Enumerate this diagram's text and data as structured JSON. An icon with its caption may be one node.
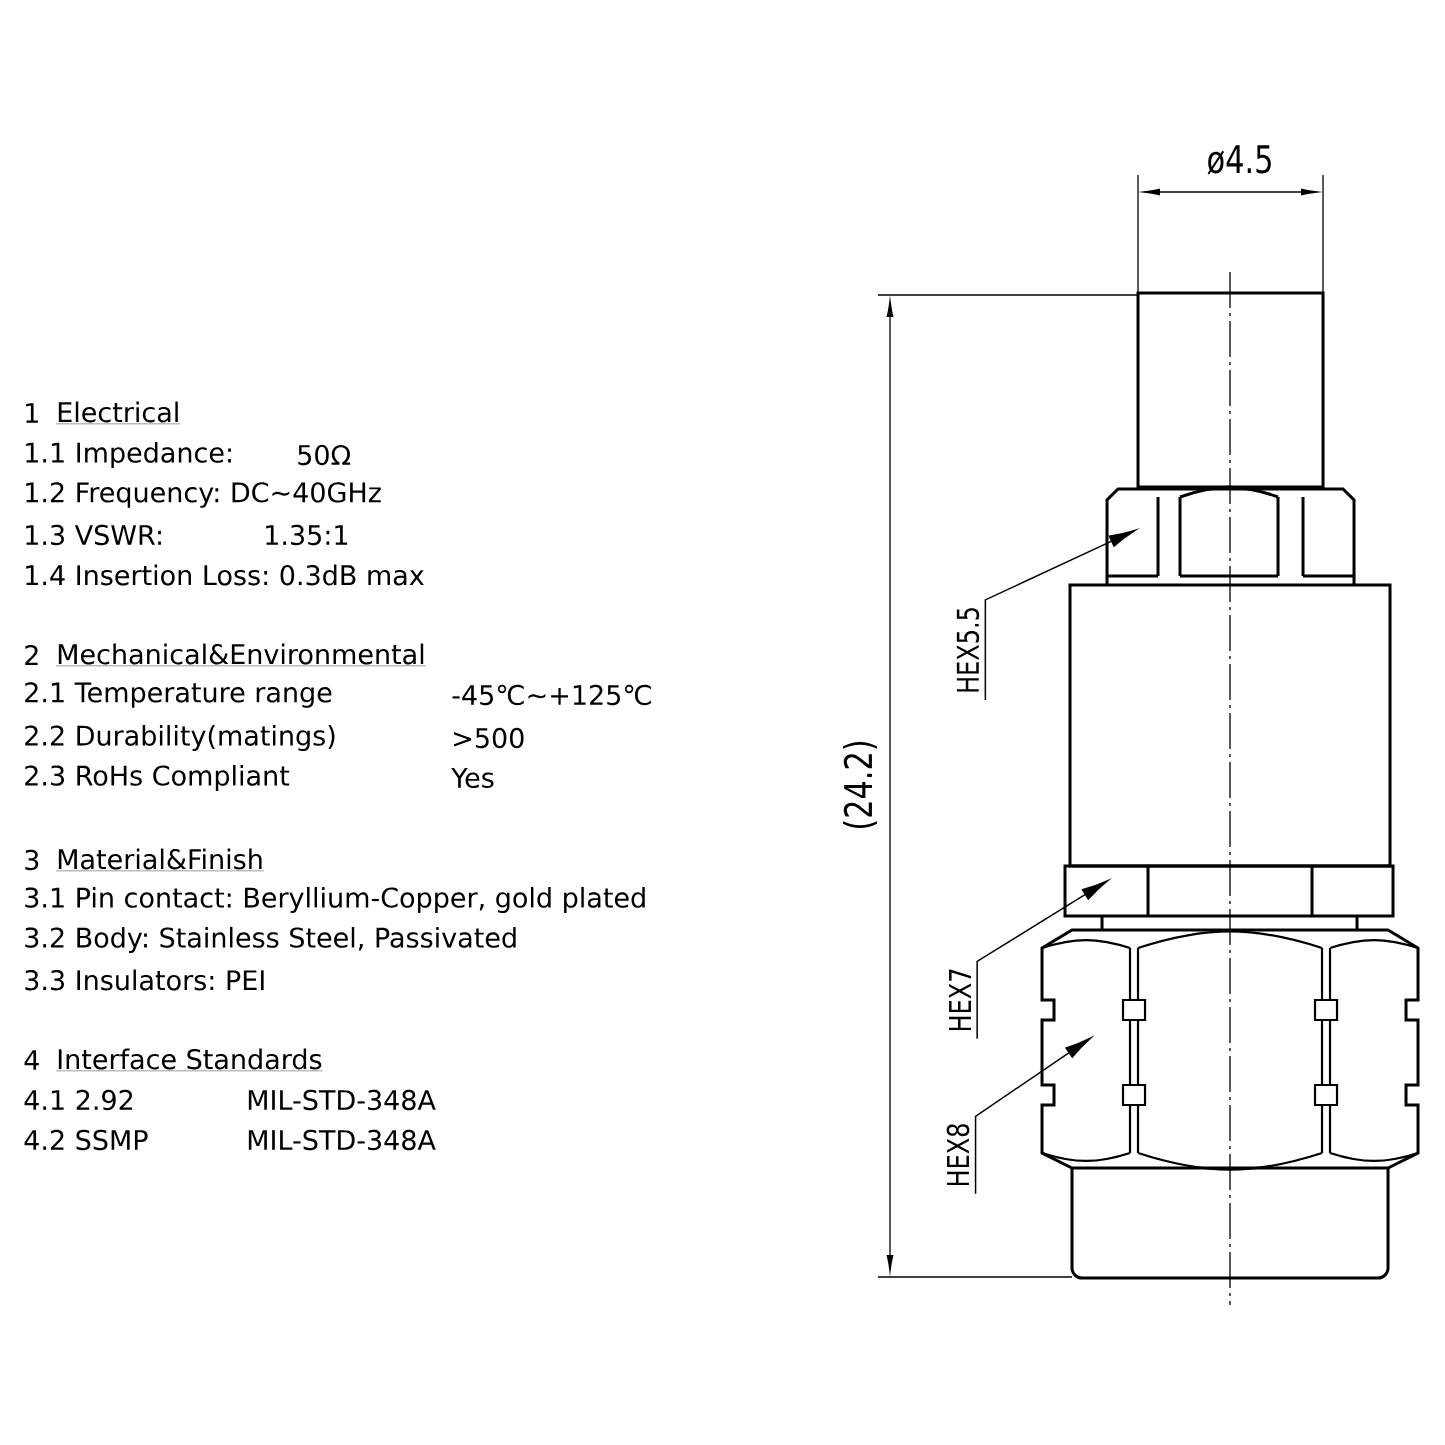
{
  "diagram": {
    "nodes": [
      {
        "text": [
          "HEX5.5"
        ]
      },
      {
        "text": [
          "HEX7"
        ]
      },
      {
        "text": [
          "HEX8"
        ]
      }
    ],
    "edges": [
      {
        "from": 0,
        "to": null,
        "arrow": "to"
      },
      {
        "from": 1,
        "to": null,
        "arrow": "to"
      },
      {
        "from": 2,
        "to": null,
        "arrow": "to"
      }
    ],
    "labels": [
      "1",
      "Electrical",
      "1.1 Impedance:",
      "50Ω",
      "1.2 Frequency: DC∼40GHz",
      "1.3 VSWR:",
      "1.35:1",
      "1.4 Insertion Loss: 0.3dB max",
      "2",
      "Mechanical&Environmental",
      "2.1 Temperature range",
      "-45℃∼+125℃",
      "2.2 Durability(matings)",
      ">500",
      "2.3 RoHs Compliant",
      "Yes",
      "3",
      "Material&Finish",
      "3.1 Pin contact: Beryllium-Copper, gold plated",
      "3.2 Body: Stainless Steel, Passivated",
      "3.3 Insulators: PEI",
      "4",
      "Interface Standards",
      "4.1 2.92",
      "MIL-STD-348A",
      "4.2 SSMP",
      "MIL-STD-348A",
      "ø4.5",
      "(24.2)"
    ]
  }
}
